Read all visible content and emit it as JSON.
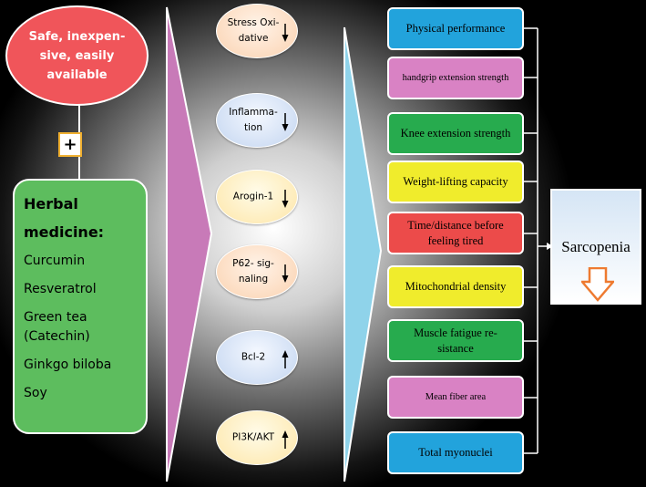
{
  "intervention": {
    "safety_note": "Safe, inexpen- sive, easily available",
    "plus_symbol": "+",
    "herbal_title": "Herbal medicine:",
    "herbs": [
      "Curcumin",
      "Resveratrol",
      "Green tea (Catechin)",
      "Ginkgo biloba",
      "Soy"
    ]
  },
  "mechanisms": [
    {
      "label": "Stress Oxi- dative",
      "direction": "down",
      "fill": "#fbd2b0"
    },
    {
      "label": "Inflamma- tion",
      "direction": "down",
      "fill": "#c3d5f0"
    },
    {
      "label": "Arogin-1",
      "direction": "down",
      "fill": "#fde6a8"
    },
    {
      "label": "P62- sig- naling",
      "direction": "down",
      "fill": "#fbd2b0"
    },
    {
      "label": "Bcl-2",
      "direction": "up",
      "fill": "#c3d5f0"
    },
    {
      "label": "PI3K/AKT",
      "direction": "up",
      "fill": "#fde6a8"
    }
  ],
  "outcomes": [
    {
      "label": "Physical performance",
      "color": "#22a3dc"
    },
    {
      "label": "handgrip extension strength",
      "color": "#d982c4"
    },
    {
      "label": "Knee extension strength",
      "color": "#27ab4e"
    },
    {
      "label": "Weight-lifting capacity",
      "color": "#f0ec2c"
    },
    {
      "label": "Time/distance before feeling tired",
      "color": "#ec4b4a"
    },
    {
      "label": "Mitochondrial density",
      "color": "#f0ec2c"
    },
    {
      "label": "Muscle fatigue re- sistance",
      "color": "#27ab4e"
    },
    {
      "label": "Mean fiber area",
      "color": "#d982c4"
    },
    {
      "label": "Total myonuclei",
      "color": "#22a3dc"
    }
  ],
  "result": {
    "label": "Sarcopenia",
    "direction": "down"
  },
  "colors": {
    "pink_chevron": "#c87ab8",
    "blue_chevron": "#8fd3ea",
    "down_arrow_outline": "#ee7a30"
  }
}
